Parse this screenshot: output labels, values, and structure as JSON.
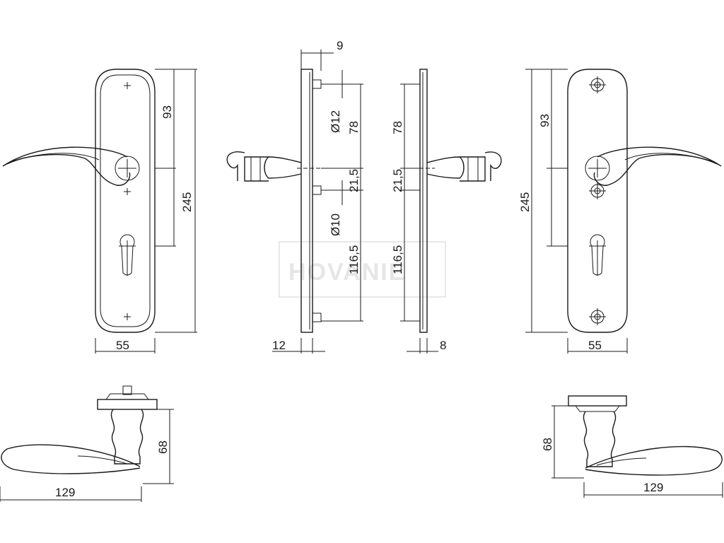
{
  "dimensions": {
    "front_left_93": "93",
    "front_left_245": "245",
    "front_left_55": "55",
    "side_9": "9",
    "side_d12": "Ø12",
    "side_78": "78",
    "side_215": "21,5",
    "side_d10": "Ø10",
    "side_1165": "116,5",
    "side_12": "12",
    "side2_78": "78",
    "side2_215": "21,5",
    "side2_1165": "116,5",
    "side2_8": "8",
    "front_right_93": "93",
    "front_right_245": "245",
    "front_right_55": "55",
    "top_left_68": "68",
    "top_left_129": "129",
    "top_right_68": "68",
    "top_right_129": "129"
  },
  "watermark": {
    "text": "HOVANIE"
  }
}
